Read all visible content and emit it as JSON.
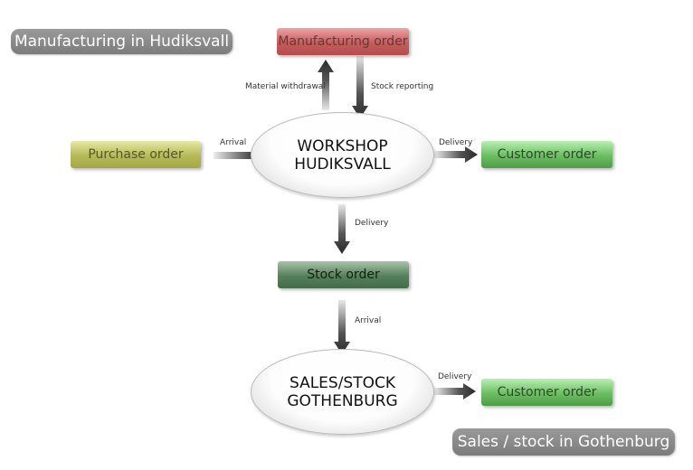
{
  "titles": {
    "manufacturing": "Manufacturing in Hudiksvall",
    "sales": "Sales / stock in Gothenburg"
  },
  "boxes": {
    "manufacturing_order": "Manufacturing order",
    "purchase_order": "Purchase order",
    "customer_order_top": "Customer order",
    "stock_order": "Stock order",
    "customer_order_bottom": "Customer order"
  },
  "hubs": {
    "workshop": {
      "line1": "WORKSHOP",
      "line2": "HUDIKSVALL"
    },
    "sales": {
      "line1": "SALES/STOCK",
      "line2": "GOTHENBURG"
    }
  },
  "flows": {
    "material_withdrawal": "Material withdrawal",
    "stock_reporting": "Stock reporting",
    "arrival_purchase": "Arrival",
    "delivery_customer_top": "Delivery",
    "delivery_stock": "Delivery",
    "arrival_sales": "Arrival",
    "delivery_customer_bottom": "Delivery"
  },
  "colors": {
    "manufacturing_order": "#c35d5d",
    "purchase_order": "#b5b956",
    "customer_order": "#6bbd62",
    "stock_order": "#55805a",
    "title_pill": "#8a8a8a"
  }
}
